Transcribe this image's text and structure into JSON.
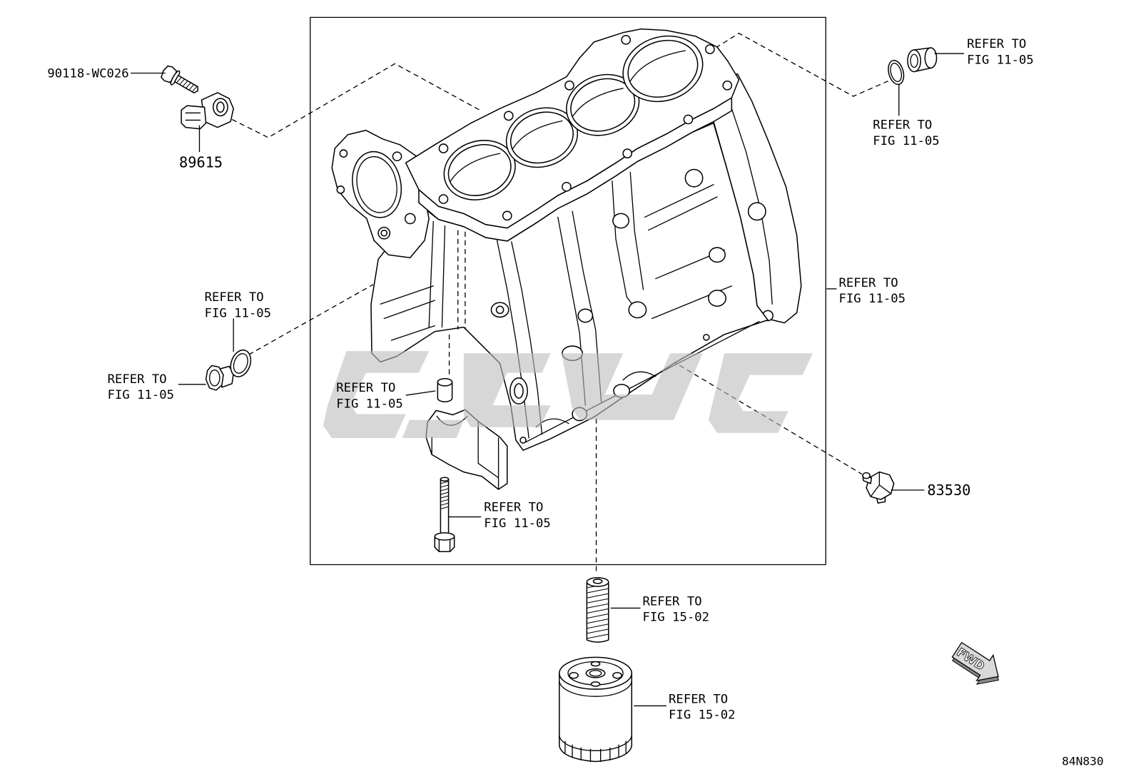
{
  "part_numbers": {
    "bolt": "90118-WC026",
    "sensor": "89615",
    "switch": "83530"
  },
  "callouts": [
    {
      "line1": "REFER TO",
      "line2": "FIG 11-05"
    },
    {
      "line1": "REFER TO",
      "line2": "FIG 11-05"
    },
    {
      "line1": "REFER TO",
      "line2": "FIG 11-05"
    },
    {
      "line1": "REFER TO",
      "line2": "FIG 11-05"
    },
    {
      "line1": "REFER TO",
      "line2": "FIG 11-05"
    },
    {
      "line1": "REFER TO",
      "line2": "FIG 11-05"
    },
    {
      "line1": "REFER TO",
      "line2": "FIG 11-05"
    },
    {
      "line1": "REFER TO",
      "line2": "FIG 15-02"
    },
    {
      "line1": "REFER TO",
      "line2": "FIG 15-02"
    }
  ],
  "fwd_label": "FWD",
  "diagram_code": "84N830",
  "colors": {
    "line": "#000000",
    "background": "#ffffff",
    "watermark": "#bdbdbd",
    "fwd_arrow": "#d9d9d9"
  }
}
